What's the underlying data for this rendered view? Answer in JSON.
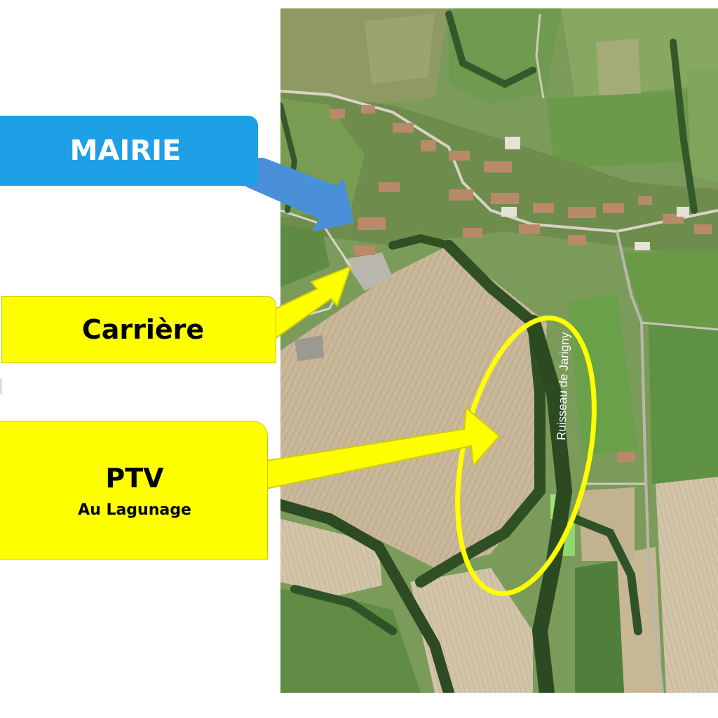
{
  "labels": {
    "mairie": "MAIRIE",
    "carriere": "Carrière",
    "ptv_title": "PTV",
    "ptv_subtitle": "Au Lagunage"
  },
  "map": {
    "stream_label": "Ruisseau de Jarigny"
  },
  "colors": {
    "mairie_box": "#1ea0e6",
    "mairie_arrow": "#4a90d9",
    "highlight_yellow": "#ffff00",
    "field_tan": "#c9b79a",
    "field_green": "#6f9a4f",
    "trees": "#2f4f25"
  }
}
